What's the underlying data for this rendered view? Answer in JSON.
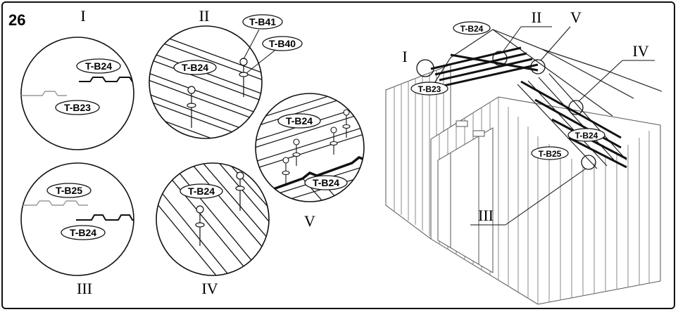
{
  "step_number": "26",
  "details": [
    {
      "numeral": "I",
      "labels": [
        "T-B24",
        "T-B23"
      ]
    },
    {
      "numeral": "II",
      "labels": [
        "T-B41",
        "T-B40",
        "T-B24"
      ]
    },
    {
      "numeral": "III",
      "labels": [
        "T-B25",
        "T-B24"
      ]
    },
    {
      "numeral": "IV",
      "labels": [
        "T-B24"
      ]
    },
    {
      "numeral": "V",
      "labels": [
        "T-B24",
        "T-B24"
      ]
    }
  ],
  "shed": {
    "callouts": [
      "I",
      "II",
      "V",
      "IV",
      "III"
    ],
    "labels": [
      "T-B24",
      "T-B23",
      "T-B24",
      "T-B25"
    ]
  }
}
